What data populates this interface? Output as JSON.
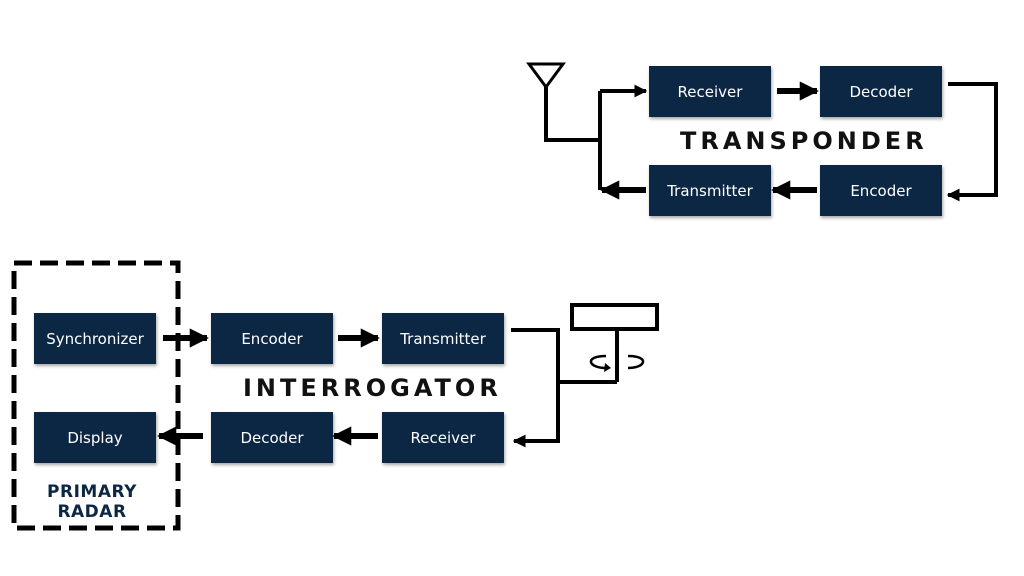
{
  "transponder": {
    "title": "TRANSPONDER",
    "receiver": "Receiver",
    "decoder": "Decoder",
    "transmitter": "Transmitter",
    "encoder": "Encoder"
  },
  "interrogator": {
    "title": "INTERROGATOR",
    "encoder": "Encoder",
    "transmitter": "Transmitter",
    "decoder": "Decoder",
    "receiver": "Receiver"
  },
  "primary_radar": {
    "title_line1": "PRIMARY",
    "title_line2": "RADAR",
    "synchronizer": "Synchronizer",
    "display": "Display"
  },
  "colors": {
    "box": "#0c2744",
    "box_text": "#ffffff",
    "line": "#000000",
    "primary_label": "#0c2744"
  },
  "icons": {
    "transponder_antenna": "triangle-antenna-icon",
    "interrogator_antenna": "rotating-antenna-icon"
  }
}
